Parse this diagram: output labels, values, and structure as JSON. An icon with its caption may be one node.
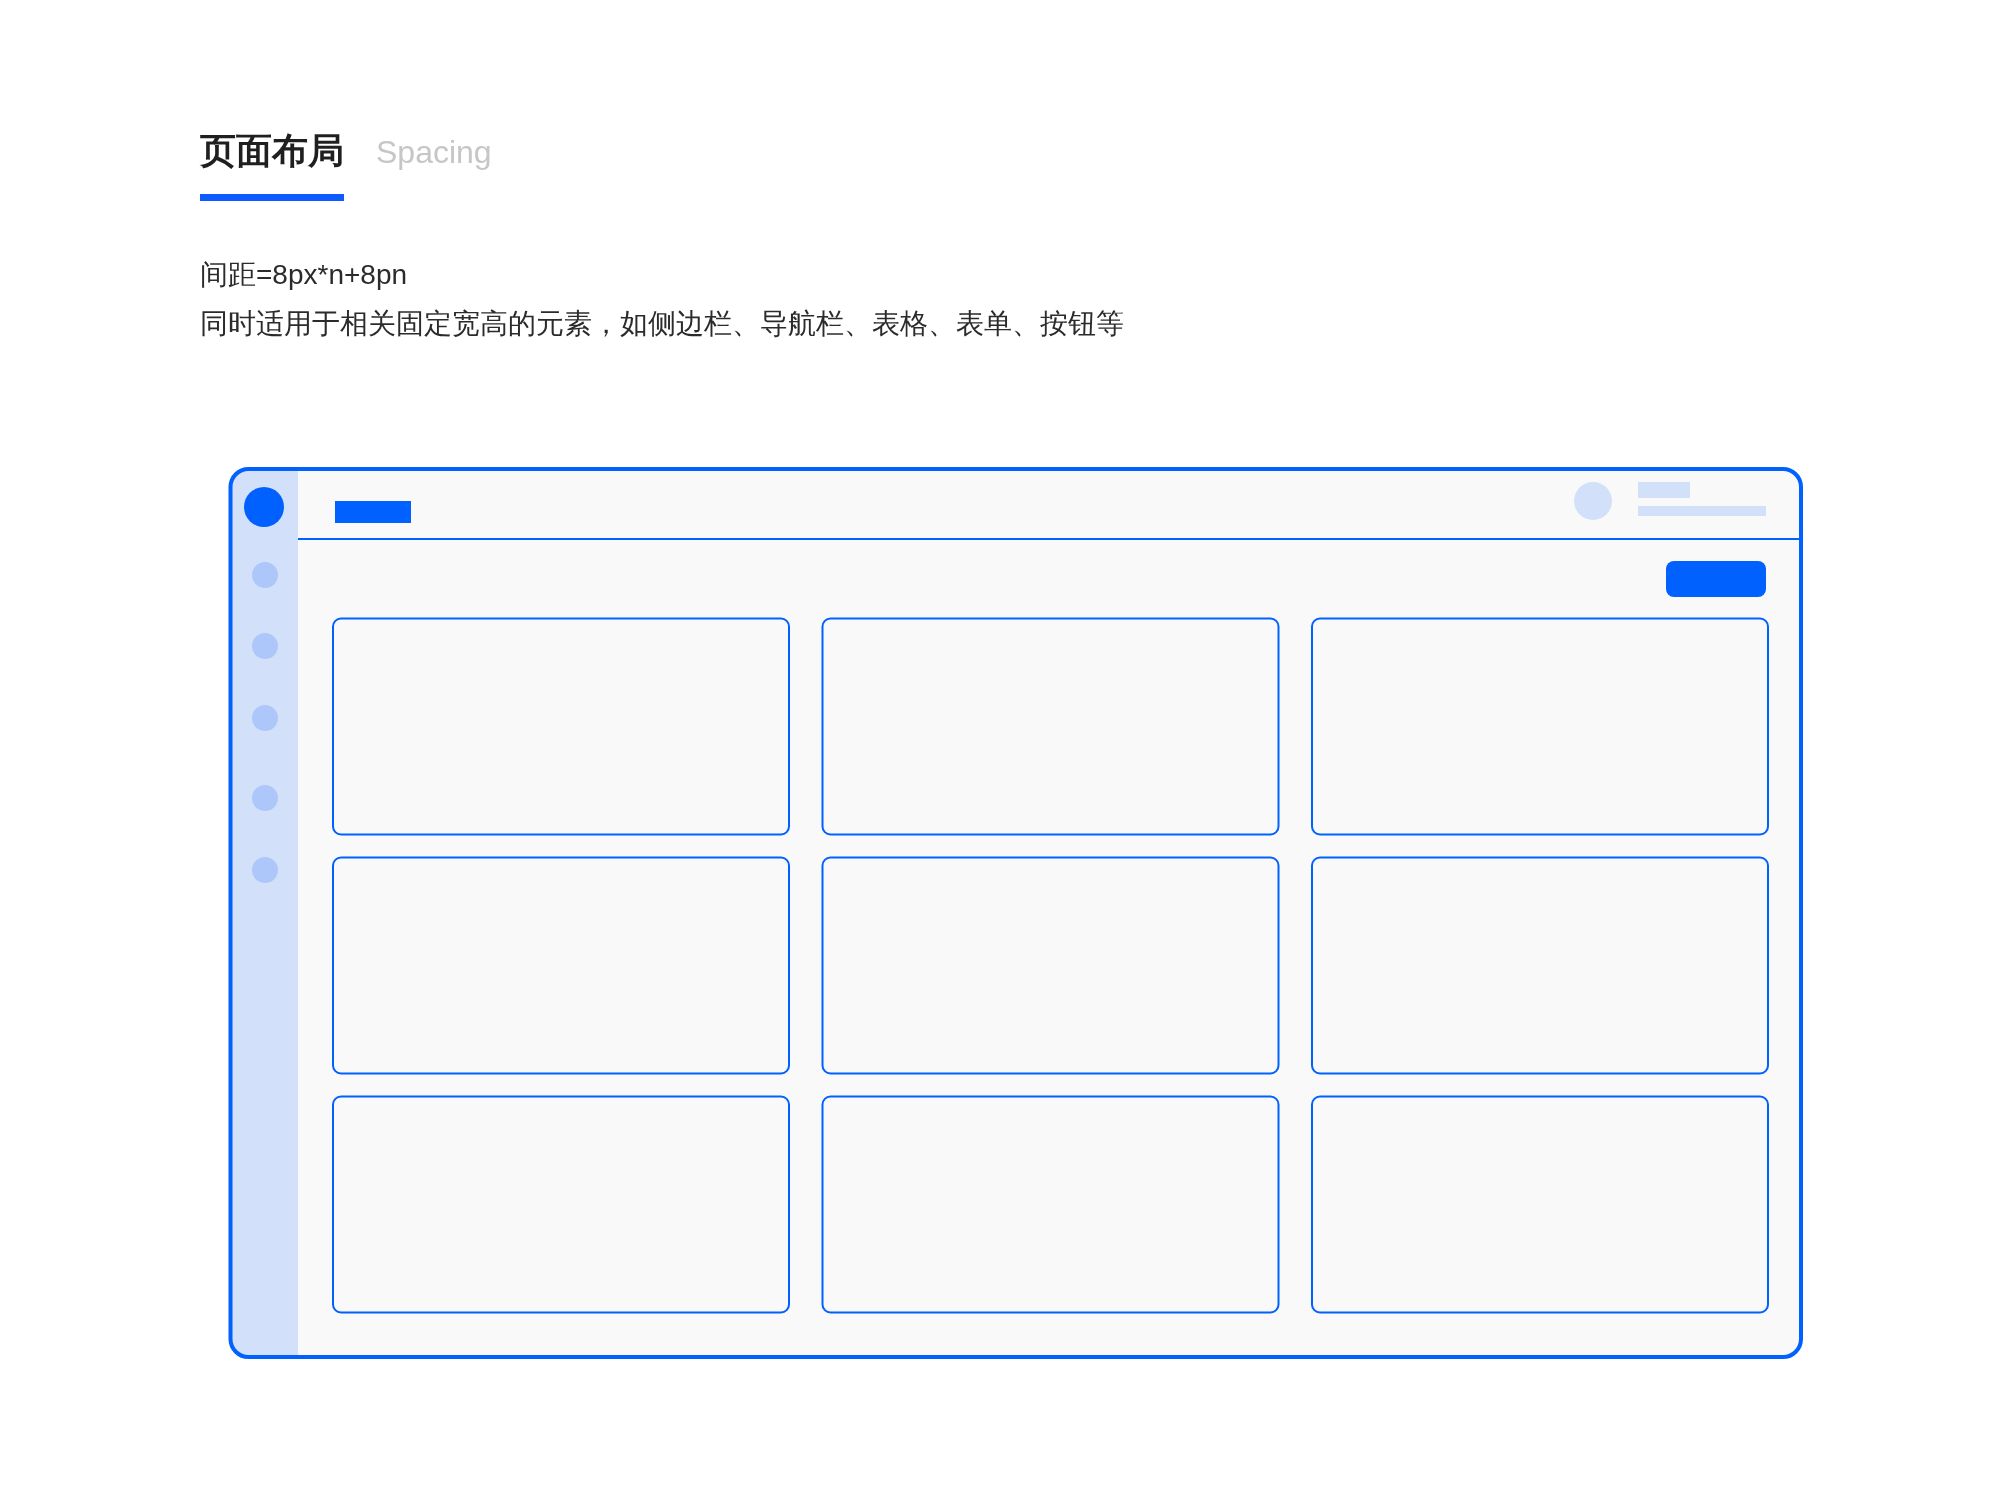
{
  "diagram": {
    "title": "页面布局",
    "labels": [
      "Spacing",
      "间距=8px*n+8pn",
      "同时适用于相关固定宽高的元素，如侧边栏、导航栏、表格、表单、按钮等"
    ]
  }
}
